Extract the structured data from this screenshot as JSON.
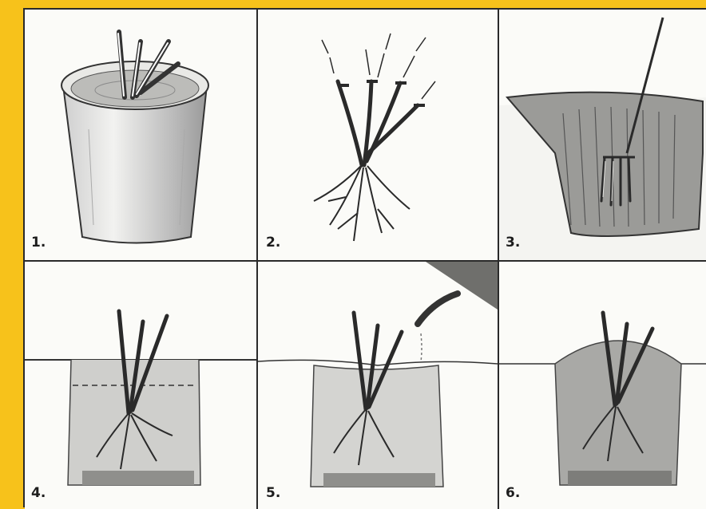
{
  "steps": [
    {
      "label": "1.",
      "icon": "potted-rose-soaking-icon"
    },
    {
      "label": "2.",
      "icon": "bare-root-rose-pruning-icon"
    },
    {
      "label": "3.",
      "icon": "digging-fork-loosening-soil-icon"
    },
    {
      "label": "4.",
      "icon": "rose-placed-in-hole-icon"
    },
    {
      "label": "5.",
      "icon": "watering-can-watering-icon"
    },
    {
      "label": "6.",
      "icon": "soil-mounded-around-rose-icon"
    }
  ],
  "colors": {
    "border_yellow": "#f7c21b",
    "ink": "#2a2a2a",
    "paper": "#fdfdfb"
  }
}
